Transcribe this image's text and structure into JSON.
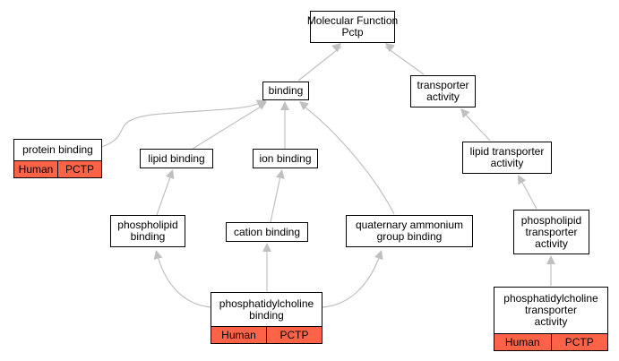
{
  "nodes": {
    "molecular_function": [
      "Molecular Function",
      "Pctp"
    ],
    "binding": [
      "binding"
    ],
    "transporter_activity": [
      "transporter",
      "activity"
    ],
    "protein_binding": [
      "protein binding"
    ],
    "lipid_binding": [
      "lipid binding"
    ],
    "ion_binding": [
      "ion binding"
    ],
    "lipid_transporter_activity": [
      "lipid transporter",
      "activity"
    ],
    "phospholipid_binding": [
      "phospholipid",
      "binding"
    ],
    "cation_binding": [
      "cation binding"
    ],
    "quaternary_ammonium_group_binding": [
      "quaternary ammonium",
      "group binding"
    ],
    "phospholipid_transporter_activity": [
      "phospholipid",
      "transporter",
      "activity"
    ],
    "phosphatidylcholine_binding": [
      "phosphatidylcholine",
      "binding"
    ],
    "phosphatidylcholine_transporter_activity": [
      "phosphatidylcholine",
      "transporter",
      "activity"
    ]
  },
  "annotation": {
    "species": "Human",
    "gene": "PCTP",
    "color": "#ff6347"
  },
  "edge_color": "#c0c0c0"
}
